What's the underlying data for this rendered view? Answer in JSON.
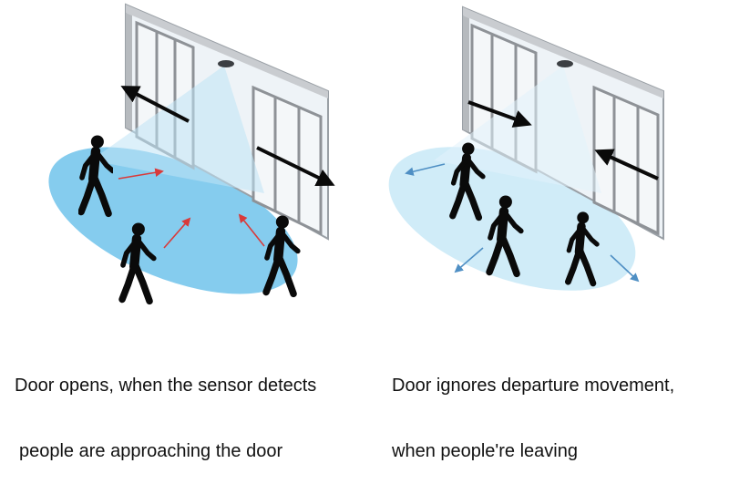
{
  "colors": {
    "frame": "#c9ccd0",
    "frame_dark": "#8e9297",
    "glass": "#eef3f7",
    "beam": "#bfe4f6",
    "zone_active": "#78c7ec",
    "zone_inactive": "#cdebf8",
    "person": "#0a0a0a",
    "door_arrow": "#0a0a0a",
    "approach_arrow": "#d93a3a",
    "leave_arrow": "#4f8fc4",
    "caption": "#111111"
  },
  "panels": [
    {
      "state": "opening",
      "caption": [
        "Door opens, when the sensor detects",
        "people are approaching the door"
      ]
    },
    {
      "state": "ignoring",
      "caption": [
        "Door ignores departure movement,",
        "when people're leaving"
      ]
    }
  ]
}
